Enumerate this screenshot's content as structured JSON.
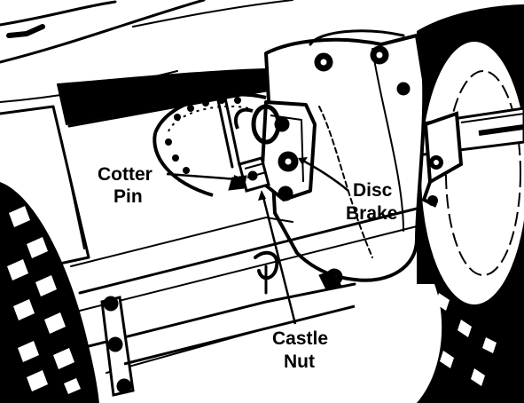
{
  "labels": {
    "cotter_pin": [
      "Cotter",
      "Pin"
    ],
    "disc_brake": [
      "Disc",
      "Brake"
    ],
    "castle_nut": [
      "Castle",
      "Nut"
    ]
  },
  "colors": {
    "ink": "#000000",
    "paper": "#ffffff"
  }
}
